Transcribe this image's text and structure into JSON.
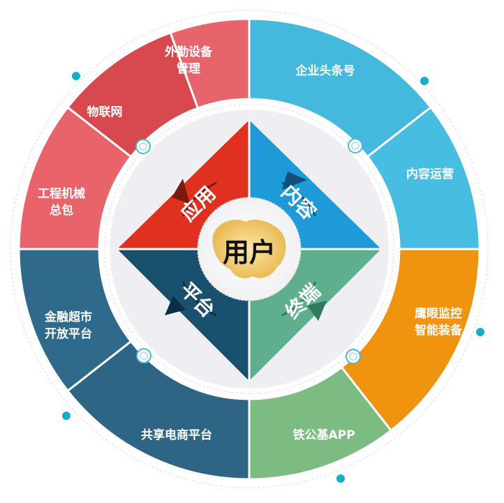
{
  "center": {
    "label": "用户"
  },
  "quadrants": [
    {
      "id": "app",
      "label": "应用",
      "color": "#e0311f"
    },
    {
      "id": "content",
      "label": "内容",
      "color": "#1f9ad9"
    },
    {
      "id": "platform",
      "label": "平台",
      "color": "#18506e"
    },
    {
      "id": "terminal",
      "label": "终端",
      "color": "#5fae8d"
    }
  ],
  "segments": [
    {
      "id": "toutiao",
      "lines": [
        "企业头条号"
      ],
      "color": "#45b8de"
    },
    {
      "id": "content-ops",
      "lines": [
        "内容运营"
      ],
      "color": "#48bde2"
    },
    {
      "id": "eagle-eye",
      "lines": [
        "鹰眼监控",
        "智能装备"
      ],
      "color": "#f0930e"
    },
    {
      "id": "tiegongji",
      "lines": [
        "铁公基APP"
      ],
      "color": "#7cbb82"
    },
    {
      "id": "shared-ecommerce",
      "lines": [
        "共享电商平台"
      ],
      "color": "#2e6585"
    },
    {
      "id": "finance-market",
      "lines": [
        "金融超市",
        "开放平台"
      ],
      "color": "#2f6a8c"
    },
    {
      "id": "engineering",
      "lines": [
        "工程机械",
        "总包"
      ],
      "color": "#e8636a"
    },
    {
      "id": "iot",
      "lines": [
        "物联网"
      ],
      "color": "#d8494f"
    },
    {
      "id": "field-equipment",
      "lines": [
        "外勤设备",
        "管理"
      ],
      "color": "#e8646c"
    }
  ]
}
